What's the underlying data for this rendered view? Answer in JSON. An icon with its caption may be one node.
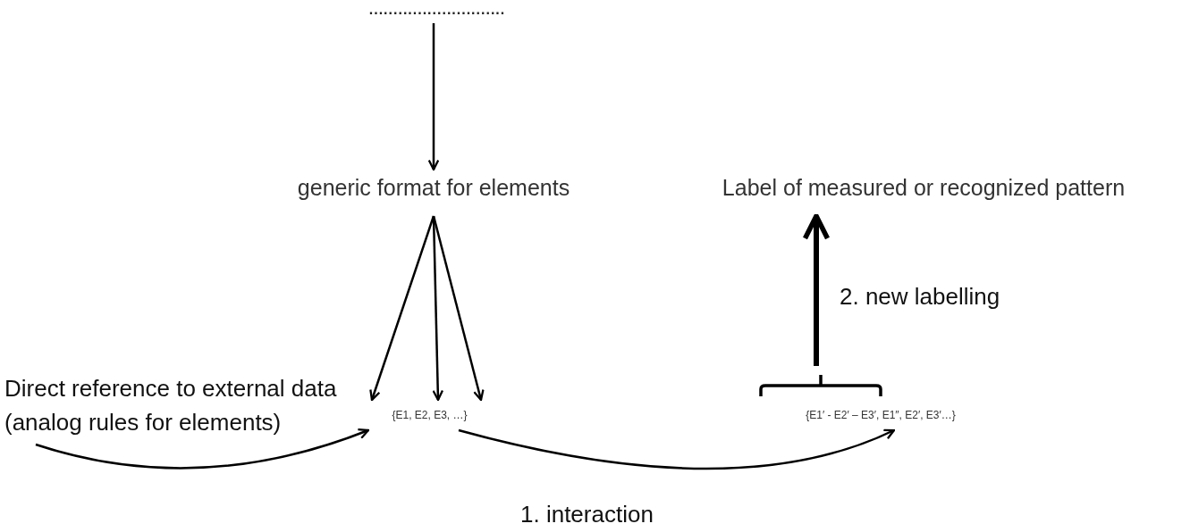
{
  "diagram": {
    "nodes": [
      {
        "text": [
          "............................"
        ]
      },
      {
        "text": [
          "generic format for elements"
        ]
      },
      {
        "text": [
          "Direct reference to external data (analog rules for elements)"
        ]
      },
      {
        "text": [
          "{E1, E2, E3, …}"
        ]
      },
      {
        "text": [
          "{E1′ - E2′ – E3′, E1″, E2′, E3′…}"
        ]
      },
      {
        "text": [
          "Label of measured or recognized pattern"
        ]
      }
    ],
    "edges": [
      {
        "from": 0,
        "to": 1,
        "arrow": "to"
      },
      {
        "from": 1,
        "to": 3,
        "arrow": "to"
      },
      {
        "from": 1,
        "to": 3,
        "arrow": "to"
      },
      {
        "from": 1,
        "to": 3,
        "arrow": "to"
      },
      {
        "from": 2,
        "to": 3,
        "arrow": "to"
      },
      {
        "from": 3,
        "to": 4,
        "arrow": "to",
        "label": "1. interaction"
      },
      {
        "from": 4,
        "to": 5,
        "arrow": "to",
        "label": "2. new labelling",
        "style": "thick"
      }
    ]
  }
}
